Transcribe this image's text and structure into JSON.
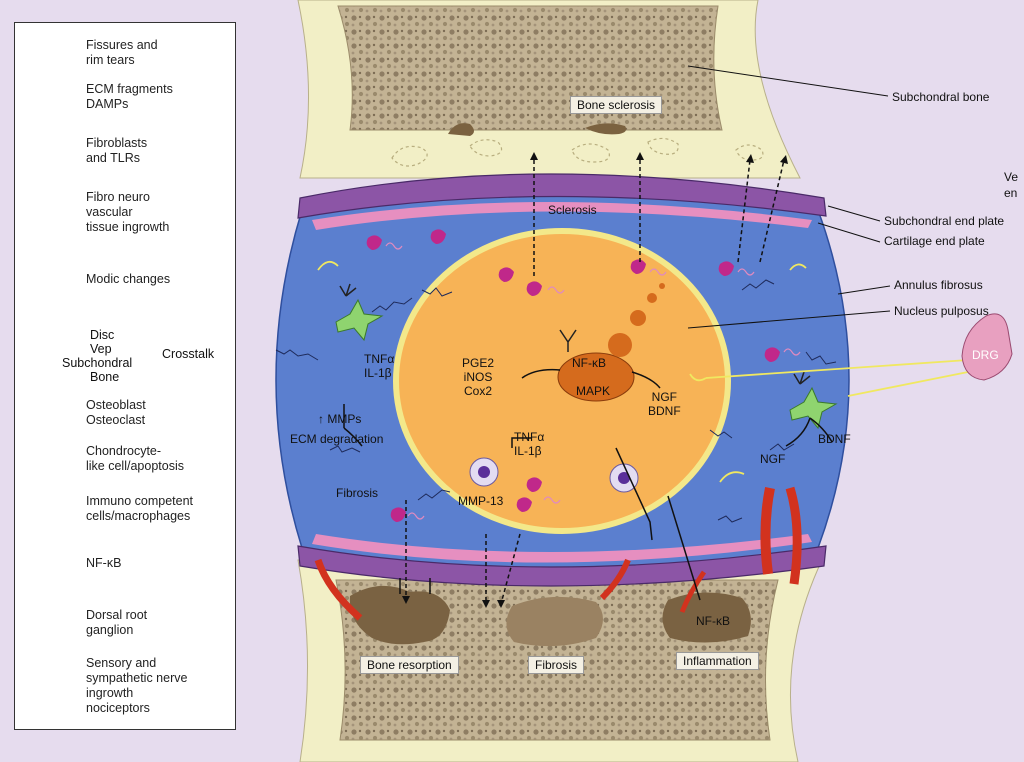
{
  "legend": {
    "fissures": "Fissures and\nrim tears",
    "ecm": "ECM fragments\nDAMPs",
    "fibroblasts": "Fibroblasts\nand TLRs",
    "fibro_neuro": "Fibro neuro\nvascular\ntissue ingrowth",
    "modic": "Modic changes",
    "crosstalk_disc": "Disc",
    "crosstalk_vep": "Vep",
    "crosstalk_sub": "Subchondral",
    "crosstalk_bone": "Bone",
    "crosstalk": "Crosstalk",
    "osteo": "Osteoblast\nOsteoclast",
    "chondro": "Chondrocyte-\nlike cell/apoptosis",
    "immuno": "Immuno competent\ncells/macrophages",
    "nfkb_icon": "NF-κB",
    "nfkb": "NF-κB",
    "drg_icon": "DRG",
    "drg": "Dorsal root\nganglion",
    "nerve": "Sensory and\nsympathetic nerve\ningrowth\nnociceptors"
  },
  "labels": {
    "subchondral_bone": "Subchondral bone",
    "subchondral_end_plate": "Subchondral end plate",
    "cartilage_end_plate": "Cartilage end plate",
    "annulus": "Annulus fibrosus",
    "nucleus": "Nucleus pulposus",
    "cut_off_1": "Ve",
    "cut_off_2": "en",
    "drg": "DRG"
  },
  "diagram": {
    "bone_sclerosis": "Bone sclerosis",
    "sclerosis": "Sclerosis",
    "tnf_il_left": "TNFα\nIL-1β",
    "mmps": "↑ MMPs",
    "ecm_degradation": "ECM degradation",
    "fibrosis_left": "Fibrosis",
    "pge2": "PGE2\niNOS\nCox2",
    "nfkb": "NF-κB",
    "mapk": "MAPK",
    "ngf_bdnf_center": "NGF\nBDNF",
    "tnf_il_center": "TNFα\nIL-1β",
    "mmp13": "MMP-13",
    "bdnf_right": "BDNF",
    "ngf_right": "NGF",
    "bone_resorption": "Bone resorption",
    "fibrosis_bottom": "Fibrosis",
    "inflammation": "Inflammation",
    "nfkb_bottom": "NF-κB"
  },
  "colors": {
    "background": "#e6dcee",
    "bone": "#f2efc6",
    "trabecular": "#b9a88a",
    "end_plate": "#8c55a6",
    "cartilage": "#e68fc0",
    "annulus": "#5b7fcf",
    "nucleus": "#f7b356",
    "nucleus_rim": "#f3e88a"
  }
}
